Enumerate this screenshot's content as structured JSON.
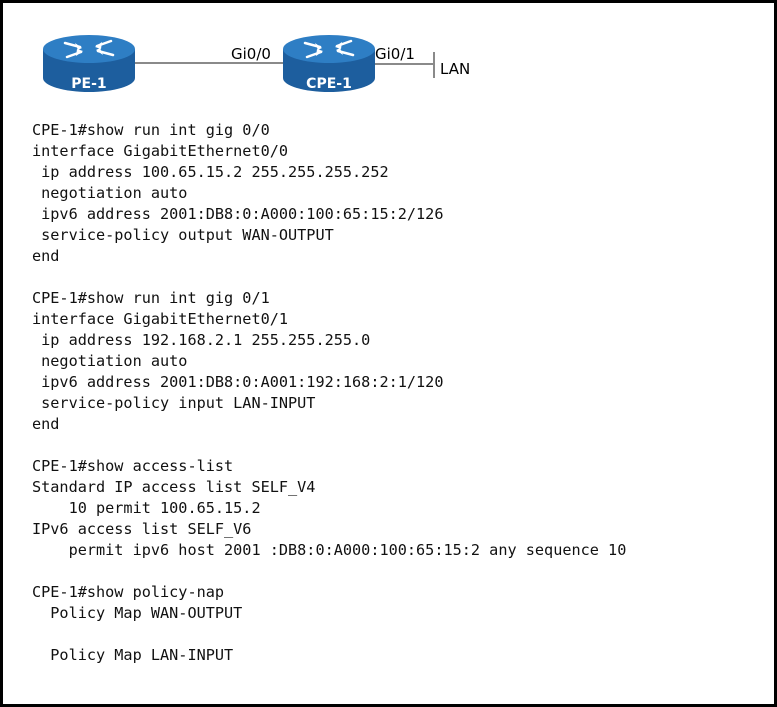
{
  "diagram": {
    "routers": [
      {
        "id": "pe1",
        "label": "PE-1"
      },
      {
        "id": "cpe1",
        "label": "CPE-1"
      }
    ],
    "ports": {
      "pe_cpe_port": "Gi0/0",
      "cpe_lan_port": "Gi0/1"
    },
    "lan_label": "LAN",
    "colors": {
      "router_top": "#2e7ec4",
      "router_body": "#1d5e9e",
      "link": "#8a8a8a"
    }
  },
  "cli": {
    "lines": [
      "CPE-1#show run int gig 0/0",
      "interface GigabitEthernet0/0",
      " ip address 100.65.15.2 255.255.255.252",
      " negotiation auto",
      " ipv6 address 2001:DB8:0:A000:100:65:15:2/126",
      " service-policy output WAN-OUTPUT",
      "end",
      "",
      "CPE-1#show run int gig 0/1",
      "interface GigabitEthernet0/1",
      " ip address 192.168.2.1 255.255.255.0",
      " negotiation auto",
      " ipv6 address 2001:DB8:0:A001:192:168:2:1/120",
      " service-policy input LAN-INPUT",
      "end",
      "",
      "CPE-1#show access-list",
      "Standard IP access list SELF_V4",
      "    10 permit 100.65.15.2",
      "IPv6 access list SELF_V6",
      "    permit ipv6 host 2001 :DB8:0:A000:100:65:15:2 any sequence 10",
      "",
      "CPE-1#show policy-nap",
      "  Policy Map WAN-OUTPUT",
      "",
      "  Policy Map LAN-INPUT"
    ]
  }
}
